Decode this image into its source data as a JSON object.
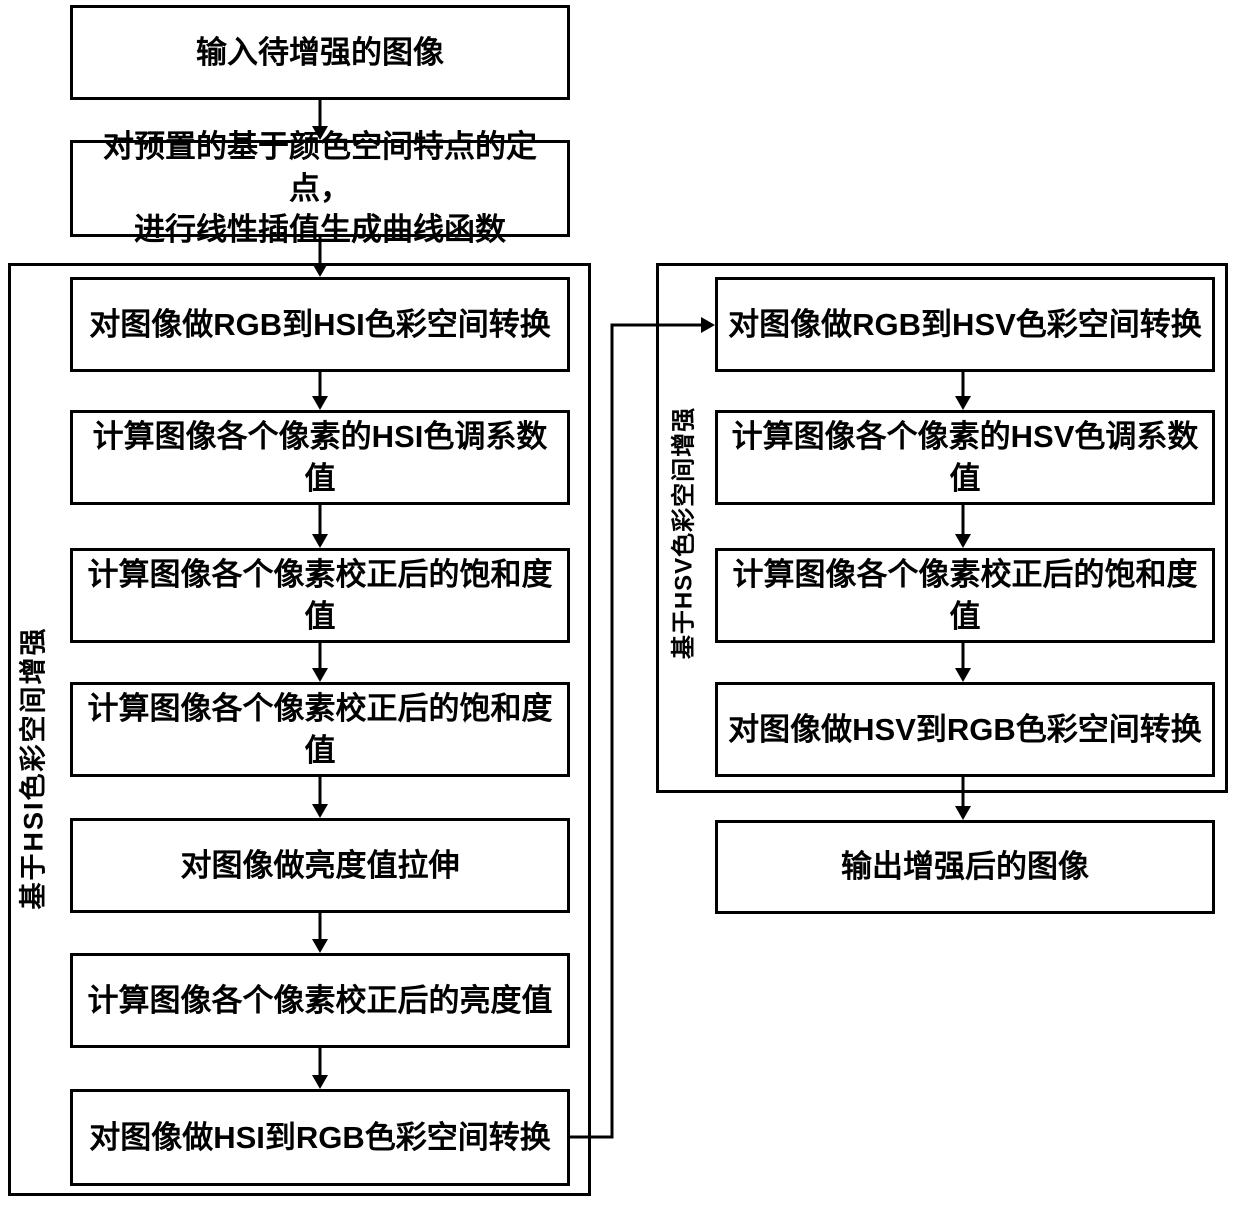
{
  "flow": {
    "input_box": "输入待增强的图像",
    "interpolation_box": "对预置的基于颜色空间特点的定点，\n进行线性插值生成曲线函数",
    "hsi_group": {
      "label": "基于HSI色彩空间增强",
      "steps": [
        "对图像做RGB到HSI色彩空间转换",
        "计算图像各个像素的HSI色调系数值",
        "计算图像各个像素校正后的饱和度值",
        "计算图像各个像素校正后的饱和度值",
        "对图像做亮度值拉伸",
        "计算图像各个像素校正后的亮度值",
        "对图像做HSI到RGB色彩空间转换"
      ]
    },
    "hsv_group": {
      "label": "基于HSV色彩空间增强",
      "steps": [
        "对图像做RGB到HSV色彩空间转换",
        "计算图像各个像素的HSV色调系数值",
        "计算图像各个像素校正后的饱和度值",
        "对图像做HSV到RGB色彩空间转换"
      ]
    },
    "output_box": "输出增强后的图像"
  },
  "colors": {
    "line": "#000000",
    "background": "#ffffff",
    "text": "#000000"
  }
}
